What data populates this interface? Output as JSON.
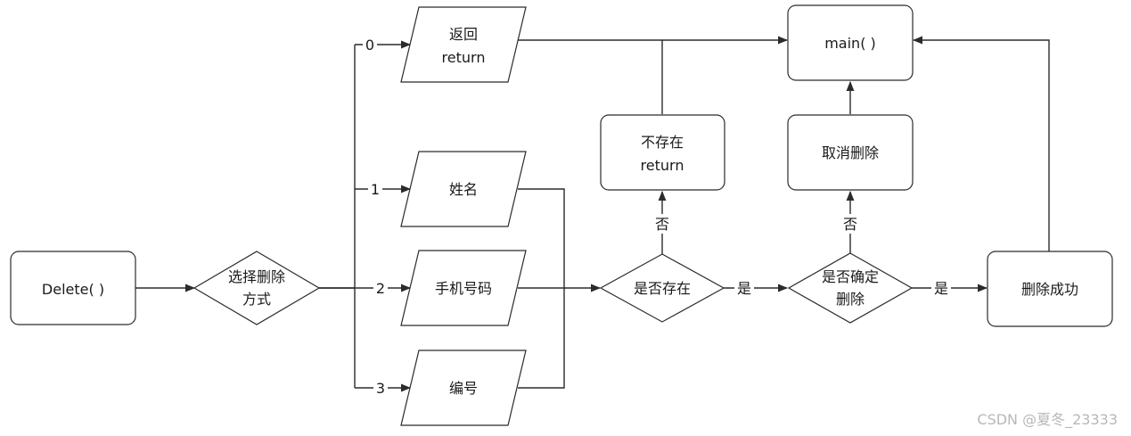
{
  "nodes": {
    "delete": {
      "text": [
        "Delete( )"
      ]
    },
    "choose_mode": {
      "text": [
        "选择删除",
        "方式"
      ]
    },
    "return_out": {
      "text": [
        "返回",
        "return"
      ]
    },
    "by_name": {
      "text": [
        "姓名"
      ]
    },
    "by_phone": {
      "text": [
        "手机号码"
      ]
    },
    "by_id": {
      "text": [
        "编号"
      ]
    },
    "exists_check": {
      "text": [
        "是否存在"
      ]
    },
    "not_exists": {
      "text": [
        "不存在",
        "return"
      ]
    },
    "main": {
      "text": [
        "main( )"
      ]
    },
    "cancel_delete": {
      "text": [
        "取消删除"
      ]
    },
    "confirm_check": {
      "text": [
        "是否确定",
        "删除"
      ]
    },
    "delete_success": {
      "text": [
        "删除成功"
      ]
    }
  },
  "edge_labels": {
    "opt0": "0",
    "opt1": "1",
    "opt2": "2",
    "opt3": "3",
    "exists_no": "否",
    "exists_yes": "是",
    "confirm_no": "否",
    "confirm_yes": "是"
  },
  "watermark": "CSDN @夏冬_23333",
  "colors": {
    "stroke": "#2b2b2b",
    "text": "#1a1a1a",
    "watermark": "#b8b8b8"
  }
}
